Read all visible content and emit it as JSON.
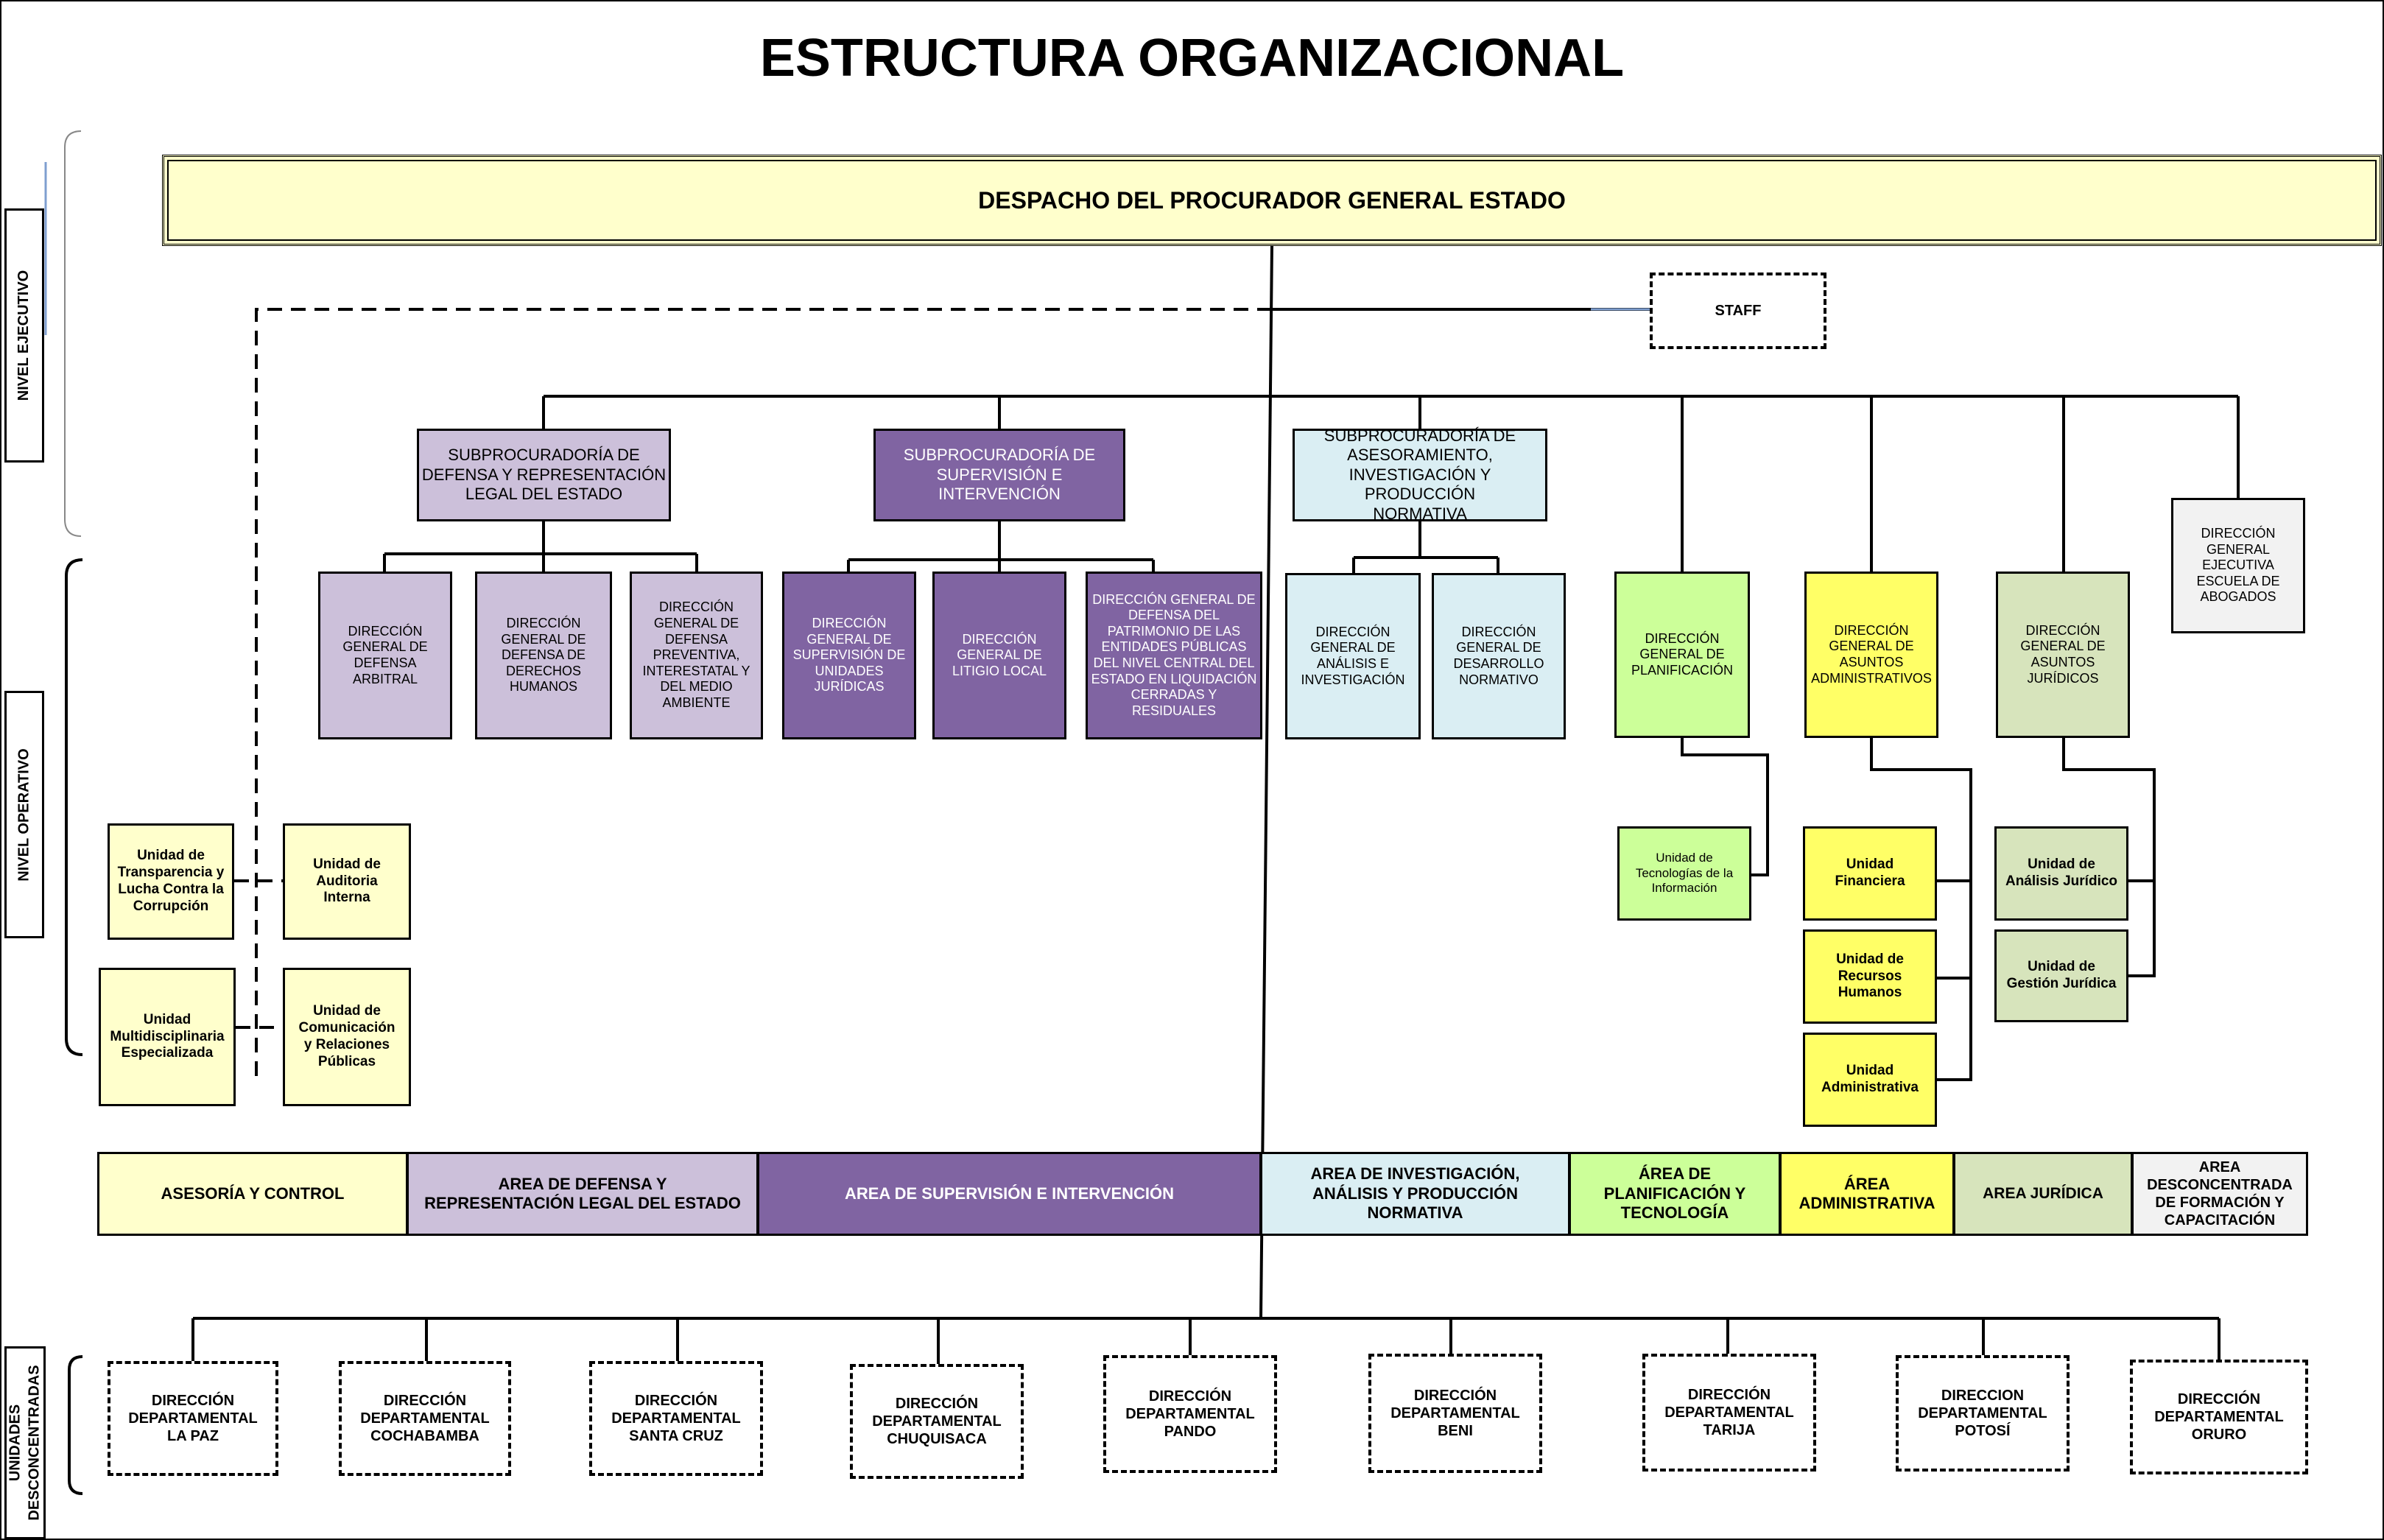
{
  "title": "ESTRUCTURA ORGANIZACIONAL",
  "levels": {
    "ejecutivo": "NIVEL   EJECUTIVO",
    "operativo": "NIVEL   OPERATIVO",
    "desconcentradas": "UNIDADES\nDESCONCENTRADAS"
  },
  "despacho": "DESPACHO DEL PROCURADOR GENERAL ESTADO",
  "staff": "STAFF",
  "subprocuradurias": [
    "SUBPROCURADORÍA DE\nDEFENSA Y REPRESENTACIÓN\nLEGAL DEL ESTADO",
    "SUBPROCURADORÍA DE\nSUPERVISIÓN E INTERVENCIÓN",
    "SUBPROCURADORÍA DE\nASESORAMIENTO,\nINVESTIGACIÓN Y PRODUCCIÓN\nNORMATIVA"
  ],
  "escuela": "DIRECCIÓN\nGENERAL\nEJECUTIVA\nESCUELA DE\nABOGADOS",
  "direcciones": [
    "DIRECCIÓN\nGENERAL DE\nDEFENSA\nARBITRAL",
    "DIRECCIÓN\nGENERAL DE\nDEFENSA DE\nDERECHOS\nHUMANOS",
    "DIRECCIÓN\nGENERAL DE\nDEFENSA\nPREVENTIVA,\nINTERESTATAL Y\nDEL MEDIO\nAMBIENTE",
    "DIRECCIÓN\nGENERAL DE\nSUPERVISIÓN DE\nUNIDADES\nJURÍDICAS",
    "DIRECCIÓN\nGENERAL DE\nLITIGIO LOCAL",
    "DIRECCIÓN GENERAL DE\nDEFENSA DEL\nPATRIMONIO DE LAS\nENTIDADES PÚBLICAS\nDEL NIVEL CENTRAL DEL\nESTADO EN LIQUIDACIÓN\nCERRADAS Y\nRESIDUALES",
    "DIRECCIÓN\nGENERAL DE\nANÁLISIS E\nINVESTIGACIÓN",
    "DIRECCIÓN\nGENERAL DE\nDESARROLLO\nNORMATIVO",
    "DIRECCIÓN\nGENERAL DE\nPLANIFICACIÓN",
    "DIRECCIÓN\nGENERAL DE\nASUNTOS\nADMINISTRATIVOS",
    "DIRECCIÓN\nGENERAL DE\nASUNTOS\nJURÍDICOS"
  ],
  "unidades_control": [
    "Unidad de\nTransparencia y\nLucha Contra la\nCorrupción",
    "Unidad de\nAuditoria\nInterna",
    "Unidad\nMultidisciplinaria\nEspecializada",
    "Unidad de\nComunicación\ny Relaciones\nPúblicas"
  ],
  "unidad_ti": "Unidad de\nTecnologías de la\nInformación",
  "unidades_admin": [
    "Unidad\nFinanciera",
    "Unidad de\nRecursos\nHumanos",
    "Unidad\nAdministrativa"
  ],
  "unidades_juridicas": [
    "Unidad de\nAnálisis Jurídico",
    "Unidad de\nGestión Jurídica"
  ],
  "areas": [
    "ASESORÍA Y CONTROL",
    "AREA DE DEFENSA Y\nREPRESENTACIÓN LEGAL DEL ESTADO",
    "AREA DE SUPERVISIÓN E INTERVENCIÓN",
    "AREA DE INVESTIGACIÓN,\nANÁLISIS Y PRODUCCIÓN\nNORMATIVA",
    "ÁREA DE\nPLANIFICACIÓN Y\nTECNOLOGÍA",
    "ÁREA\nADMINISTRATIVA",
    "AREA JURÍDICA",
    "AREA\nDESCONCENTRADA\nDE FORMACIÓN  Y\nCAPACITACIÓN"
  ],
  "departamentales": [
    "DIRECCIÓN\nDEPARTAMENTAL\nLA PAZ",
    "DIRECCIÓN\nDEPARTAMENTAL\nCOCHABAMBA",
    "DIRECCIÓN\nDEPARTAMENTAL\nSANTA CRUZ",
    "DIRECCIÓN\nDEPARTAMENTAL\nCHUQUISACA",
    "DIRECCIÓN\nDEPARTAMENTAL\nPANDO",
    "DIRECCIÓN\nDEPARTAMENTAL\nBENI",
    "DIRECCIÓN\nDEPARTAMENTAL\nTARIJA",
    "DIRECCION\nDEPARTAMENTAL\nPOTOSÍ",
    "DIRECCIÓN\nDEPARTAMENTAL\nORURO"
  ],
  "colors": {
    "executive": "#ffffcc",
    "defense": "#ccc0da",
    "supervision": "#8064a2",
    "advisory": "#daeef3",
    "planning": "#ccff99",
    "administrative": "#ffff66",
    "legal": "#d7e4bc",
    "school": "#f2f2f2"
  }
}
